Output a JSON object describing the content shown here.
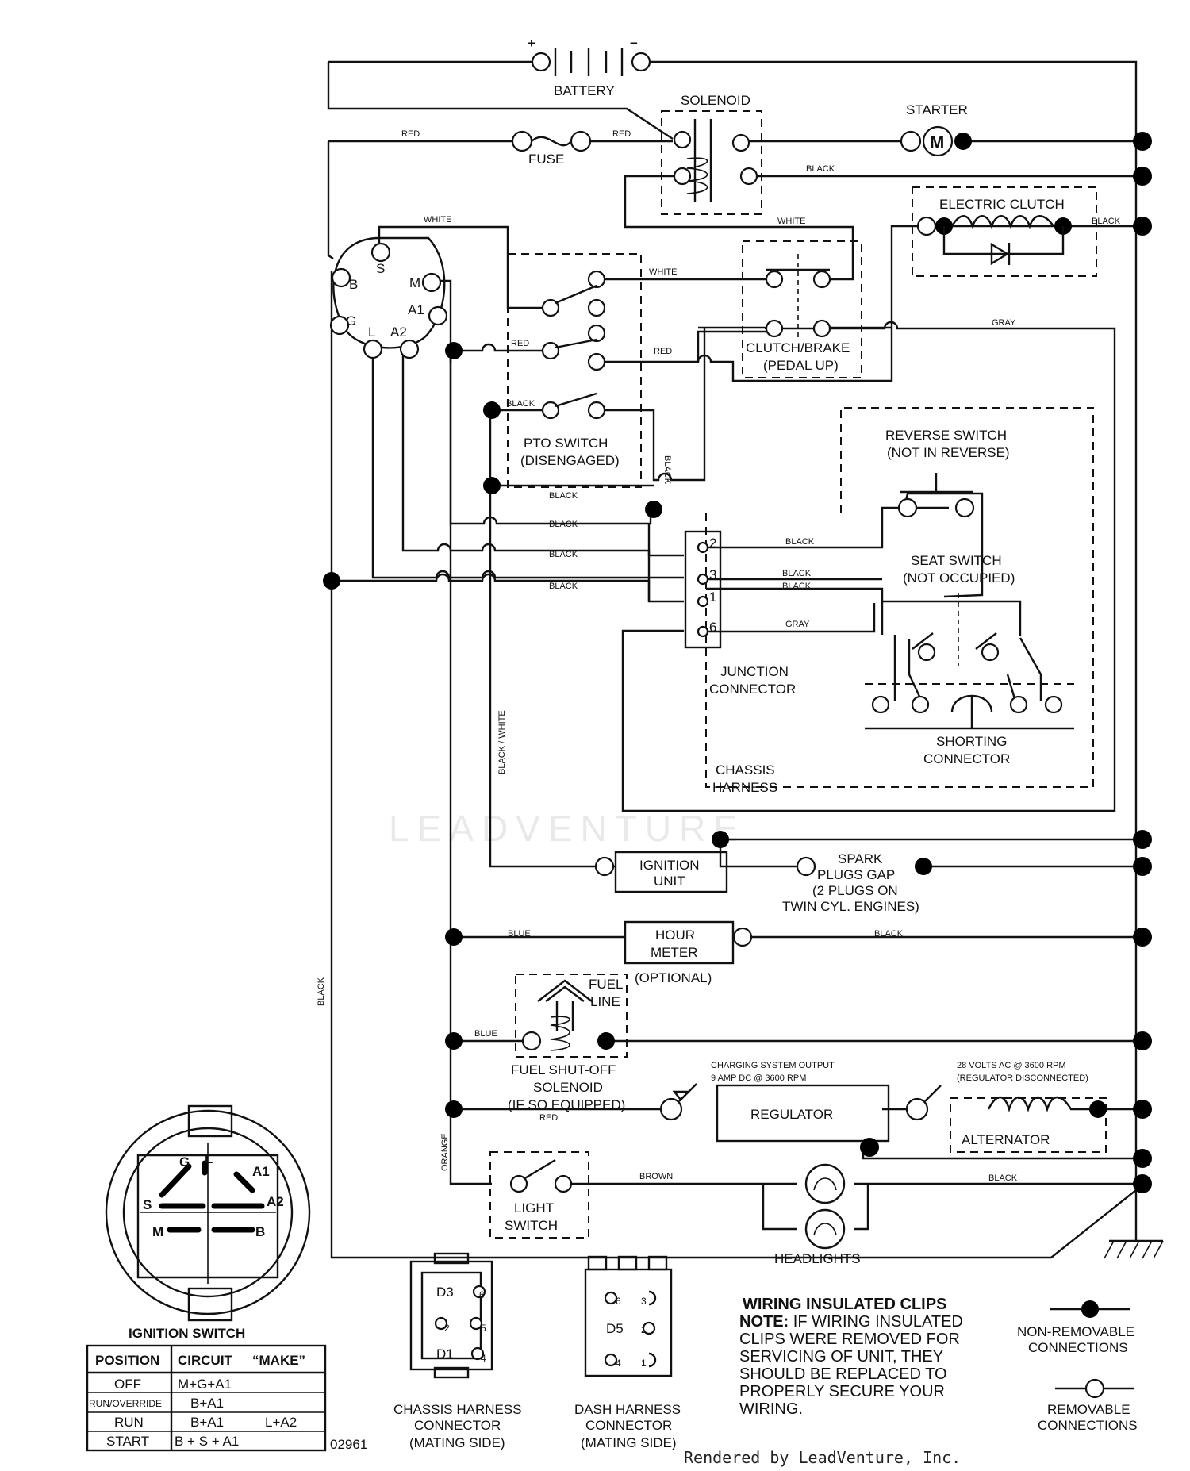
{
  "components": {
    "battery": "BATTERY",
    "battery_plus": "+",
    "battery_minus": "−",
    "solenoid": "SOLENOID",
    "starter": "STARTER",
    "starter_motor": "M",
    "fuse": "FUSE",
    "electric_clutch": "ELECTRIC CLUTCH",
    "pto_switch": [
      "PTO SWITCH",
      "(DISENGAGED)"
    ],
    "clutch_brake": [
      "CLUTCH/BRAKE",
      "(PEDAL UP)"
    ],
    "reverse_switch": [
      "REVERSE SWITCH",
      "(NOT IN REVERSE)"
    ],
    "seat_switch": [
      "SEAT SWITCH",
      "(NOT OCCUPIED)"
    ],
    "junction_connector": [
      "JUNCTION",
      "CONNECTOR"
    ],
    "shorting_connector": [
      "SHORTING",
      "CONNECTOR"
    ],
    "chassis_harness": [
      "CHASSIS",
      "HARNESS"
    ],
    "ignition_unit": [
      "IGNITION",
      "UNIT"
    ],
    "spark_plugs": [
      "SPARK",
      "PLUGS GAP",
      "(2 PLUGS ON",
      "TWIN CYL. ENGINES)"
    ],
    "hour_meter": [
      "HOUR",
      "METER"
    ],
    "optional": "(OPTIONAL)",
    "fuel_line": [
      "FUEL",
      "LINE"
    ],
    "fuel_solenoid": [
      "FUEL SHUT-OFF",
      "SOLENOID",
      "(IF SO EQUIPPED)"
    ],
    "charging_output": [
      "CHARGING SYSTEM OUTPUT",
      "9 AMP DC @ 3600 RPM"
    ],
    "alternator_volts": [
      "28 VOLTS AC @ 3600 RPM",
      "(REGULATOR DISCONNECTED)"
    ],
    "regulator": "REGULATOR",
    "alternator": "ALTERNATOR",
    "light_switch": [
      "LIGHT",
      "SWITCH"
    ],
    "headlights": "HEADLIGHTS",
    "ignition_switch_terms": [
      "B",
      "S",
      "M",
      "A1",
      "G",
      "L",
      "A2"
    ],
    "junction_pins": [
      "2",
      "3",
      "1",
      "6"
    ]
  },
  "wire_labels": {
    "red": "RED",
    "white": "WHITE",
    "black": "BLACK",
    "gray": "GRAY",
    "blue": "BLUE",
    "brown": "BROWN",
    "orange": "ORANGE",
    "black_white": "BLACK / WHITE"
  },
  "ignition_switch": {
    "title": "IGNITION SWITCH",
    "face_letters": [
      "G",
      "L",
      "A1",
      "A2",
      "S",
      "M",
      "B"
    ],
    "table": {
      "headers": [
        "POSITION",
        "CIRCUIT",
        "“MAKE”"
      ],
      "rows": [
        [
          "OFF",
          "M+G+A1",
          ""
        ],
        [
          "RUN/OVERRIDE",
          "B+A1",
          ""
        ],
        [
          "RUN",
          "B+A1",
          "L+A2"
        ],
        [
          "START",
          "B + S + A1",
          ""
        ]
      ]
    }
  },
  "part_number": "02961",
  "connectors": {
    "chassis": [
      "CHASSIS HARNESS",
      "CONNECTOR",
      "(MATING SIDE)"
    ],
    "chassis_pins": [
      "D3",
      "6",
      "2",
      "5",
      "D1",
      "4"
    ],
    "dash": [
      "DASH HARNESS",
      "CONNECTOR",
      "(MATING SIDE)"
    ],
    "dash_pins": [
      "6",
      "3",
      "D5",
      "2",
      "4",
      "1"
    ]
  },
  "clips_note": {
    "title": "WIRING INSULATED CLIPS",
    "note_label": "NOTE:",
    "lines": [
      " IF WIRING INSULATED",
      "CLIPS WERE REMOVED FOR",
      "SERVICING OF UNIT, THEY",
      "SHOULD BE REPLACED TO",
      "PROPERLY SECURE YOUR",
      " WIRING."
    ]
  },
  "legend": {
    "non_removable": [
      "NON-REMOVABLE",
      "CONNECTIONS"
    ],
    "removable": [
      "REMOVABLE",
      "CONNECTIONS"
    ]
  },
  "watermark": "LEADVENTURE",
  "footer": "Rendered by LeadVenture, Inc."
}
